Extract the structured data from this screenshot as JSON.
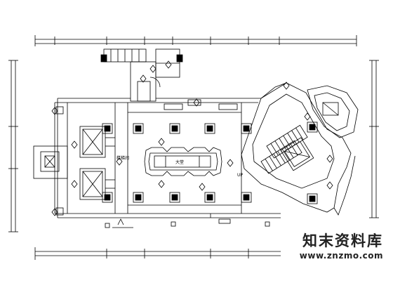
{
  "drawing": {
    "room_label_left": "楼梯间",
    "room_label_center": "大堂",
    "stair_label": "UP"
  },
  "watermark": {
    "site_name": "知末资料库",
    "url": "www.znzmo.com"
  },
  "colors": {
    "line": "#000000",
    "background": "#ffffff",
    "watermark": "#222222"
  }
}
